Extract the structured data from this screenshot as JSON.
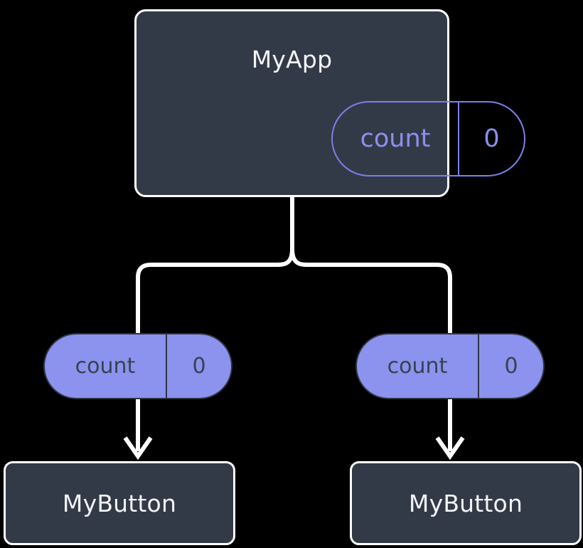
{
  "diagram": {
    "type": "component-state-tree",
    "background_color": "#000000",
    "colors": {
      "node_fill": "#333a47",
      "node_stroke": "#ffffff",
      "node_text": "#f2f4f8",
      "state_accent": "#8b93ef",
      "state_outline": "#7b80e8",
      "state_text_on_fill": "#3a4150",
      "edge": "#ffffff"
    },
    "root": {
      "title": "MyApp",
      "state": {
        "key": "count",
        "value": "0"
      }
    },
    "children": [
      {
        "title": "MyButton",
        "prop": {
          "key": "count",
          "value": "0"
        }
      },
      {
        "title": "MyButton",
        "prop": {
          "key": "count",
          "value": "0"
        }
      }
    ],
    "edges": [
      {
        "from": "MyApp",
        "to": "count-left",
        "style": "orthogonal-branch"
      },
      {
        "from": "MyApp",
        "to": "count-right",
        "style": "orthogonal-branch"
      },
      {
        "from": "count-left",
        "to": "MyButton-left",
        "style": "arrow-down"
      },
      {
        "from": "count-right",
        "to": "MyButton-right",
        "style": "arrow-down"
      }
    ]
  }
}
